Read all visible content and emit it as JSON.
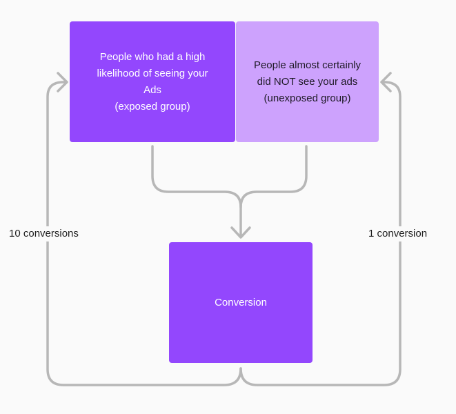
{
  "exposed_group": {
    "lines": [
      "People who had a high",
      "likelihood of seeing your",
      "Ads",
      "(exposed group)"
    ],
    "color": "#9347fd"
  },
  "unexposed_group": {
    "lines": [
      "People almost certainly",
      "did NOT see your ads",
      "(unexposed group)"
    ],
    "color": "#cda2fd"
  },
  "conversion": {
    "label": "Conversion",
    "color": "#9347fd"
  },
  "left_flow": {
    "label": "10 conversions"
  },
  "right_flow": {
    "label": "1 conversion"
  },
  "connector_color": "#b7b7b7"
}
